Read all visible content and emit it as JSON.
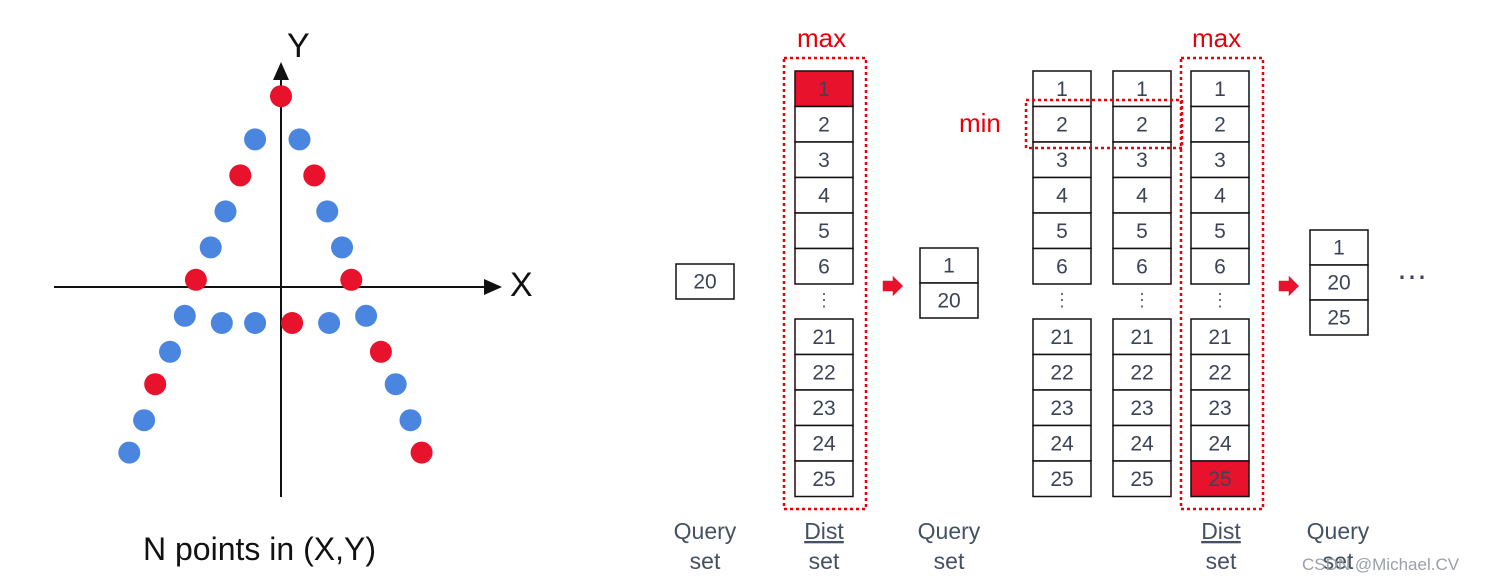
{
  "scatter": {
    "x_label": "X",
    "y_label": "Y",
    "caption": "N points in (X,Y)",
    "colors": {
      "blue": "#4a86e0",
      "red": "#e8122d"
    },
    "points": [
      {
        "x": 0,
        "y": 5.3,
        "c": "red"
      },
      {
        "x": -0.7,
        "y": 4.1,
        "c": "blue"
      },
      {
        "x": 0.5,
        "y": 4.1,
        "c": "blue"
      },
      {
        "x": -1.1,
        "y": 3.1,
        "c": "red"
      },
      {
        "x": 0.9,
        "y": 3.1,
        "c": "red"
      },
      {
        "x": -1.5,
        "y": 2.1,
        "c": "blue"
      },
      {
        "x": 1.25,
        "y": 2.1,
        "c": "blue"
      },
      {
        "x": -1.9,
        "y": 1.1,
        "c": "blue"
      },
      {
        "x": 1.65,
        "y": 1.1,
        "c": "blue"
      },
      {
        "x": -2.3,
        "y": 0.2,
        "c": "red"
      },
      {
        "x": 1.9,
        "y": 0.2,
        "c": "red"
      },
      {
        "x": -2.6,
        "y": -0.8,
        "c": "blue"
      },
      {
        "x": -1.6,
        "y": -1.0,
        "c": "blue"
      },
      {
        "x": -0.7,
        "y": -1.0,
        "c": "blue"
      },
      {
        "x": 0.3,
        "y": -1.0,
        "c": "red"
      },
      {
        "x": 1.3,
        "y": -1.0,
        "c": "blue"
      },
      {
        "x": 2.3,
        "y": -0.8,
        "c": "blue"
      },
      {
        "x": -3.0,
        "y": -1.8,
        "c": "blue"
      },
      {
        "x": 2.7,
        "y": -1.8,
        "c": "red"
      },
      {
        "x": -3.4,
        "y": -2.7,
        "c": "red"
      },
      {
        "x": 3.1,
        "y": -2.7,
        "c": "blue"
      },
      {
        "x": -3.7,
        "y": -3.7,
        "c": "blue"
      },
      {
        "x": 3.5,
        "y": -3.7,
        "c": "blue"
      },
      {
        "x": -4.1,
        "y": -4.6,
        "c": "blue"
      },
      {
        "x": 3.8,
        "y": -4.6,
        "c": "red"
      }
    ]
  },
  "diagram": {
    "max_label": "max",
    "min_label": "min",
    "ellipsis": "⋮",
    "continue": "⋯",
    "highlight_color": "#e8122d",
    "dist_rows": [
      "1",
      "2",
      "3",
      "4",
      "5",
      "6",
      "21",
      "22",
      "23",
      "24",
      "25"
    ],
    "query_set_1": [
      "20"
    ],
    "query_set_2": [
      "1",
      "20"
    ],
    "query_set_3": [
      "1",
      "20",
      "25"
    ],
    "labels": {
      "query_1": [
        "Query",
        "set"
      ],
      "dist_1": [
        "Dist",
        "set"
      ],
      "query_2": [
        "Query",
        "set"
      ],
      "dist_2": [
        "Dist",
        "set"
      ],
      "query_3": [
        "Query",
        "set"
      ]
    },
    "watermark": "CSDN @Michael.CV"
  }
}
